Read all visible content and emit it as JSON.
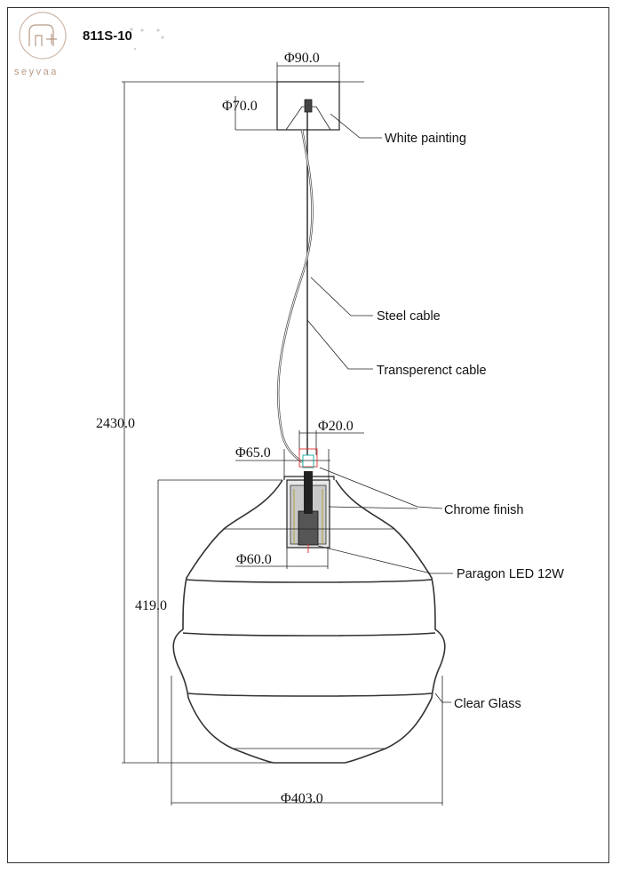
{
  "header": {
    "model_code": "811S-10",
    "brand_name": "seyvaa"
  },
  "dimensions": {
    "canopy_diameter": "Φ90.0",
    "canopy_inner_diameter": "Φ70.0",
    "total_height": "2430.0",
    "connector_diameter": "Φ20.0",
    "holder_top_diameter": "Φ65.0",
    "holder_diameter": "Φ60.0",
    "shade_height": "419.0",
    "shade_diameter": "Φ403.0"
  },
  "callouts": {
    "canopy": "White painting",
    "steel_cable": "Steel cable",
    "transparent_cable": "Transperenct cable",
    "chrome": "Chrome finish",
    "led": "Paragon LED 12W",
    "glass": "Clear Glass"
  },
  "colors": {
    "brand": "#b89a84",
    "line": "#222222"
  }
}
